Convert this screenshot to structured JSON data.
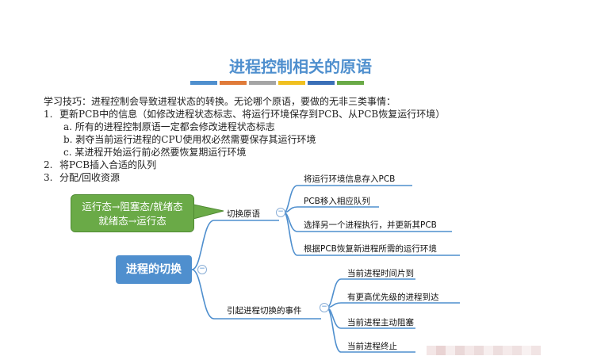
{
  "title": "进程控制相关的原语",
  "color_bars": [
    "#4f8fce",
    "#e07b39",
    "#a5a5a5",
    "#f0c020",
    "#3a6fb7",
    "#6aaa47"
  ],
  "intro": "学习技巧：进程控制会导致进程状态的转换。无论哪个原语，要做的无非三类事情：",
  "items": [
    {
      "num": "1.",
      "text": "更新PCB中的信息（如修改进程状态标志、将运行环境保存到PCB、从PCB恢复运行环境）"
    },
    {
      "num": "2.",
      "text": "将PCB插入合适的队列"
    },
    {
      "num": "3.",
      "text": "分配/回收资源"
    }
  ],
  "subitems": [
    "a. 所有的进程控制原语一定都会修改进程状态标志",
    "b. 剥夺当前运行进程的CPU使用权必然需要保存其运行环境",
    "c. 某进程开始运行前必然要恢复期运行环境"
  ],
  "callout": {
    "line1": "运行态→阻塞态/就绪态",
    "line2": "就绪态→运行态"
  },
  "root": "进程的切换",
  "branch1": {
    "label": "切换原语",
    "children": [
      "将运行环境信息存入PCB",
      "PCB移入相应队列",
      "选择另一个进程执行，并更新其PCB",
      "根据PCB恢复新进程所需的运行环境"
    ]
  },
  "branch2": {
    "label": "引起进程切换的事件",
    "children": [
      "当前进程时间片到",
      "有更高优先级的进程到达",
      "当前进程主动阻塞",
      "当前进程终止"
    ]
  },
  "collapse_symbol": "−"
}
